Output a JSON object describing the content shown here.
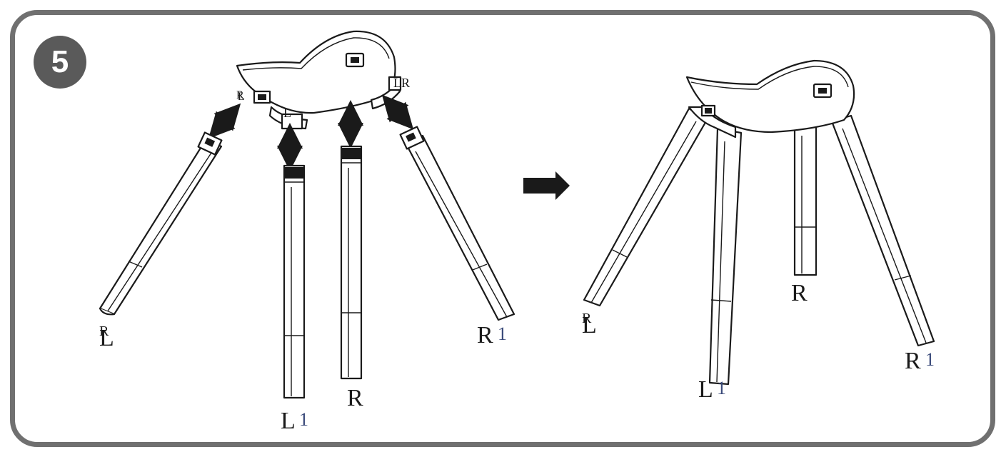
{
  "step": {
    "number": "5"
  },
  "exploded_view": {
    "seat_labels": {
      "left_front": {
        "main": "R",
        "overlap": "L"
      },
      "left_inner": "L",
      "right": "LR"
    },
    "legs": [
      {
        "name": "left-front-leg",
        "label": {
          "main": "L",
          "overlap": "R"
        }
      },
      {
        "name": "left-rear-leg",
        "label": {
          "main": "L",
          "subscript": "1"
        }
      },
      {
        "name": "right-rear-leg",
        "label": {
          "main": "R"
        }
      },
      {
        "name": "right-front-leg",
        "label": {
          "main": "R",
          "subscript": "1"
        }
      }
    ]
  },
  "assembled_view": {
    "legs": [
      {
        "name": "assembled-left-front-leg",
        "label": {
          "main": "L",
          "overlap": "R"
        }
      },
      {
        "name": "assembled-left-rear-leg",
        "label": {
          "main": "L",
          "subscript": "1"
        }
      },
      {
        "name": "assembled-right-rear-leg",
        "label": {
          "main": "R"
        }
      },
      {
        "name": "assembled-right-front-leg",
        "label": {
          "main": "R",
          "subscript": "1"
        }
      }
    ]
  },
  "colors": {
    "frame": "#707070",
    "badge": "#5a5a5a",
    "ink": "#1a1a1a",
    "subscript": "#3a4a7a"
  }
}
